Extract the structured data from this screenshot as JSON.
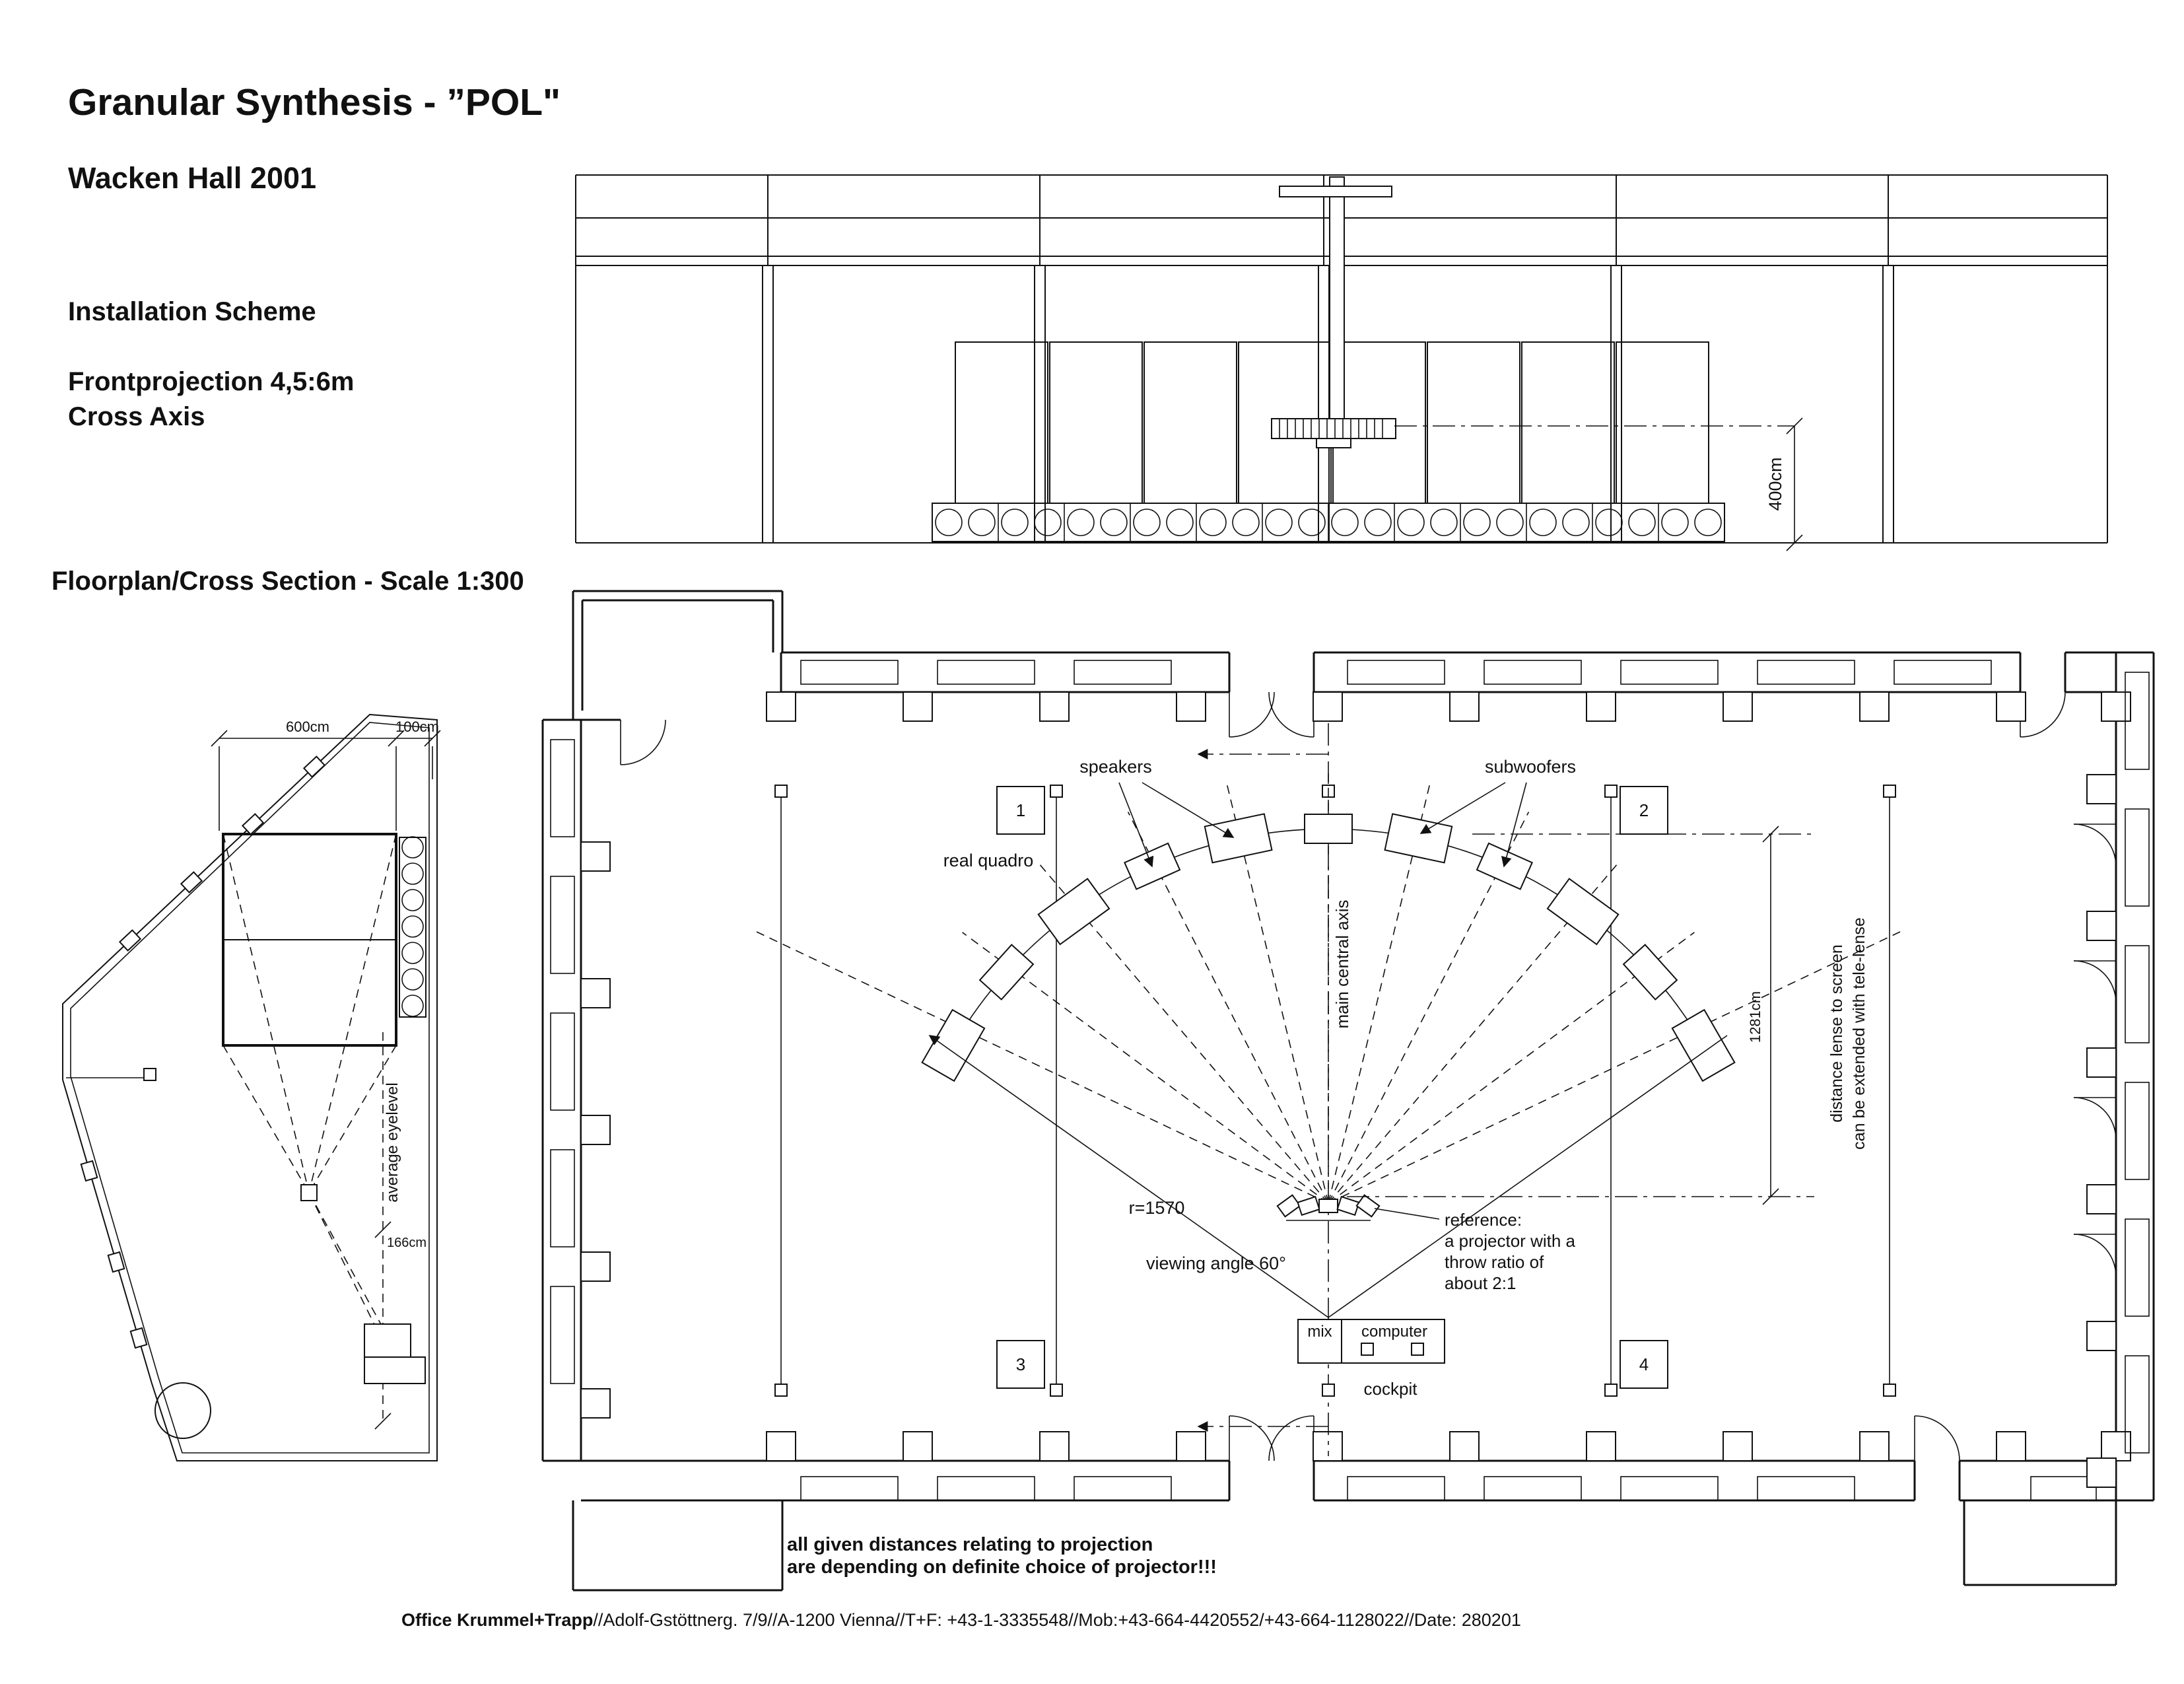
{
  "header": {
    "title": "Granular Synthesis - ”POL\"",
    "subtitle": "Wacken Hall 2001",
    "scheme": "Installation Scheme",
    "projection1": "Frontprojection 4,5:6m",
    "projection2": "Cross Axis",
    "section_title": "Floorplan/Cross Section - Scale 1:300"
  },
  "elevation": {
    "height_dim": "400cm"
  },
  "side_section": {
    "width_dim": "600cm",
    "offset_dim": "100cm",
    "eye_dim": "166cm",
    "eyelevel": "average eyelevel"
  },
  "floorplan": {
    "speakers": "speakers",
    "subwoofers": "subwoofers",
    "real_quadro": "real quadro",
    "central_axis": "main central axis",
    "screens": [
      "1",
      "2",
      "3",
      "4"
    ],
    "radius": "r=1570",
    "viewing_angle": "viewing angle 60°",
    "reference": [
      "reference:",
      "a projector with a",
      "throw ratio of",
      "about 2:1"
    ],
    "mix": "mix",
    "computer": "computer",
    "cockpit": "cockpit",
    "screen_dim": "1281cm",
    "lense_note": [
      "distance lense to screen",
      "can be extended with tele-lense"
    ]
  },
  "note": {
    "line1": "all given distances relating to projection",
    "line2": "are depending on definite choice of projector!!!"
  },
  "footer": {
    "office": "Office Krummel+Trapp",
    "details": "//Adolf-Gstöttnerg. 7/9//A-1200 Vienna//T+F: +43-1-3335548//Mob:+43-664-4420552/+43-664-1128022//Date: 280201"
  }
}
